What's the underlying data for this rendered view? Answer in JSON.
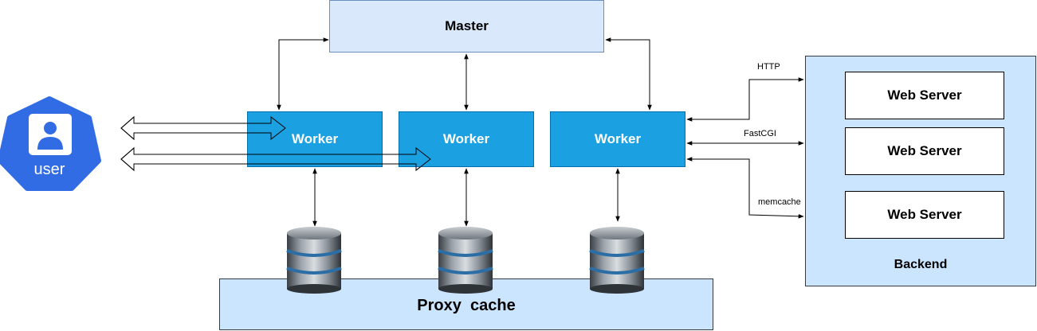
{
  "master": {
    "label": "Master"
  },
  "workers": [
    {
      "label": "Worker"
    },
    {
      "label": "Worker"
    },
    {
      "label": "Worker"
    }
  ],
  "proxy_cache": {
    "label": "Proxy  cache"
  },
  "user": {
    "label": "user"
  },
  "backend": {
    "label": "Backend",
    "servers": [
      {
        "label": "Web Server"
      },
      {
        "label": "Web Server"
      },
      {
        "label": "Web Server"
      }
    ]
  },
  "protocols": {
    "http": "HTTP",
    "fastcgi": "FastCGI",
    "memcache": "memcache"
  },
  "colors": {
    "master_fill": "#dae8fc",
    "worker_fill": "#1ba1e2",
    "cache_fill": "#cce5ff",
    "user_icon": "#326ce5"
  }
}
